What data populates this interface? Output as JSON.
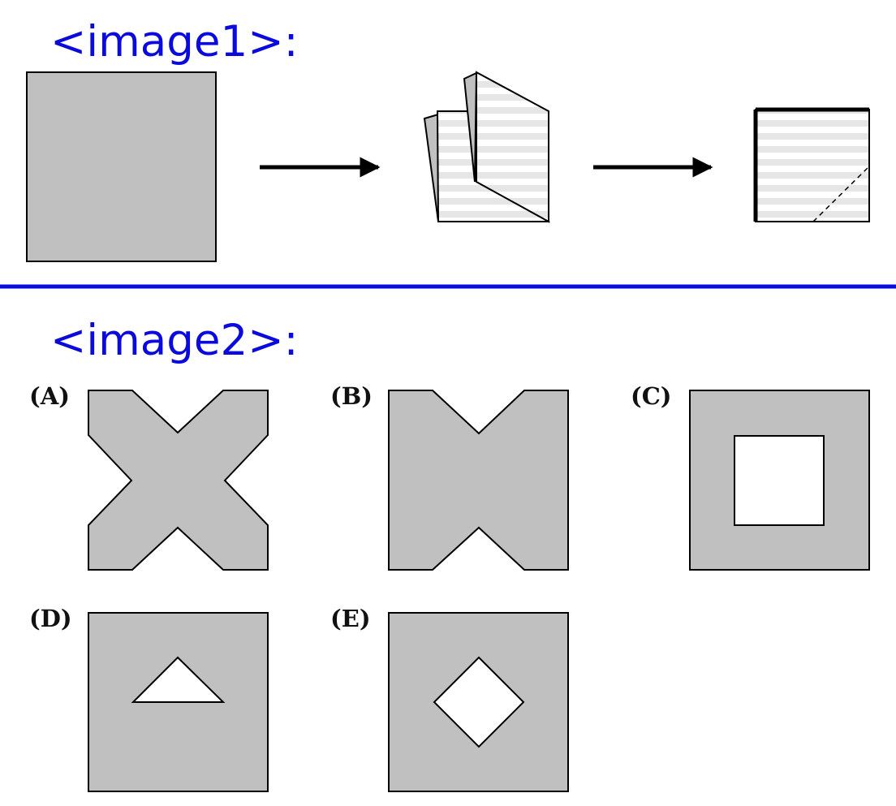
{
  "headings": {
    "first": "<image1>:",
    "second": "<image2>:"
  },
  "options": {
    "a": "(A)",
    "b": "(B)",
    "c": "(C)",
    "d": "(D)",
    "e": "(E)"
  },
  "colors": {
    "heading_text": "#0a0adc",
    "divider": "#0a0adc",
    "paper_fill": "#c0c0c0",
    "stripe_fill": "#e6e6e6",
    "outline": "#000000",
    "hole_fill": "#ffffff"
  }
}
